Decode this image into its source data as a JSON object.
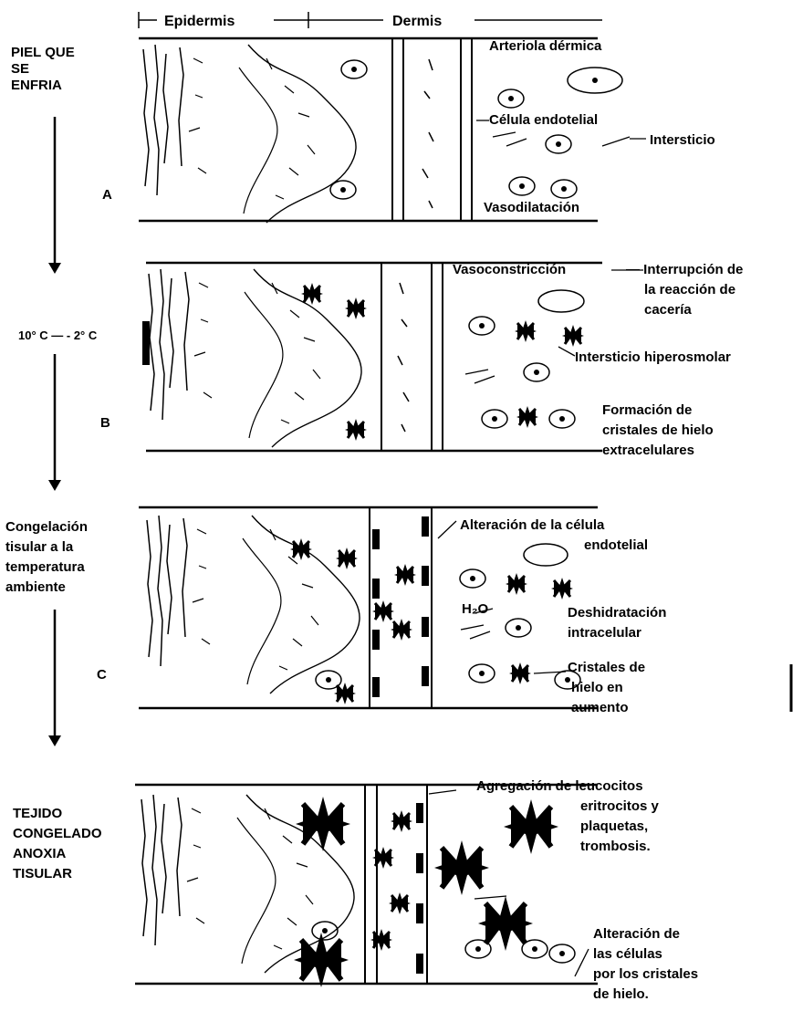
{
  "header": {
    "epidermis": "Epidermis",
    "dermis": "Dermis"
  },
  "stages": {
    "a": {
      "side_lines": [
        "PIEL QUE",
        "SE",
        "ENFRIA"
      ],
      "letter": "A",
      "callouts": [
        "Arteriola dérmica",
        "Célula endotelial",
        "Intersticio",
        "Vasodilatación"
      ]
    },
    "b": {
      "side_lines": [
        "10° C — - 2° C"
      ],
      "letter": "B",
      "callouts": [
        "Vasoconstricción",
        "— Interrupción de",
        "la reacción de",
        "cacería",
        "Intersticio hiperosmolar",
        "Formación de",
        "cristales de hielo",
        "extracelulares"
      ]
    },
    "c": {
      "side_lines": [
        "Congelación",
        "tisular a la",
        "temperatura",
        "ambiente"
      ],
      "letter": "C",
      "callouts": [
        "Alteración de la célula",
        "endotelial",
        "H₂O",
        "Deshidratación",
        "intracelular",
        "Cristales de",
        "hielo en",
        "aumento"
      ]
    },
    "d": {
      "side_lines": [
        "TEJIDO",
        "CONGELADO",
        "ANOXIA",
        "TISULAR"
      ],
      "callouts": [
        "Agregación de leucocitos",
        "eritrocitos y",
        "plaquetas,",
        "trombosis.",
        "Alteración de",
        "las células",
        "por los cristales",
        "de hielo."
      ]
    }
  }
}
